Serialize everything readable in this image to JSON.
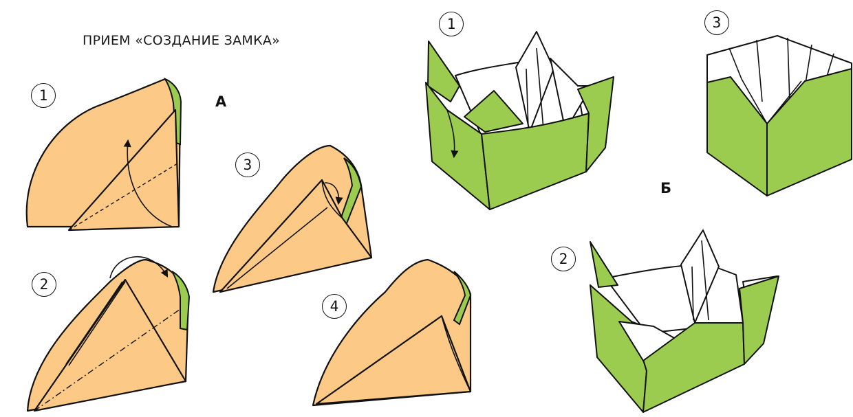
{
  "title": "ПРИЕМ «СОЗДАНИЕ ЗАМКА»",
  "sections": {
    "a": "А",
    "b": "Б"
  },
  "steps_a": [
    "1",
    "2",
    "3",
    "4"
  ],
  "steps_b": [
    "1",
    "2",
    "3"
  ],
  "colors": {
    "paper_back": "#fcc986",
    "paper_front": "#9bcb4f",
    "outline": "#111111",
    "inner": "#ffffff"
  }
}
